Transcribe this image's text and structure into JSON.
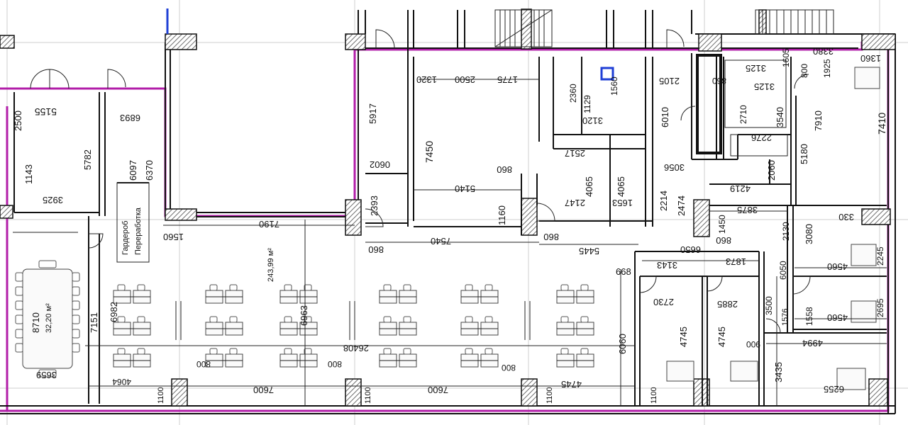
{
  "colors": {
    "zone_outline": "#b21ea8",
    "wall": "#111111",
    "hatch": "#6f6f6f",
    "accent_blue": "#1f3fd6"
  },
  "rooms": {
    "meeting_area": "32,20 м²",
    "open_space_area": "243,99 м²",
    "storage_label_1": "Гардероб",
    "storage_label_2": "Переработка"
  },
  "dimensions": [
    {
      "t": "5155"
    },
    {
      "t": "2500"
    },
    {
      "t": "5782"
    },
    {
      "t": "1143"
    },
    {
      "t": "3925"
    },
    {
      "t": "6893"
    },
    {
      "t": "6097"
    },
    {
      "t": "6370"
    },
    {
      "t": "1560"
    },
    {
      "t": "7190"
    },
    {
      "t": "5917"
    },
    {
      "t": "2393"
    },
    {
      "t": "0602"
    },
    {
      "t": "7450"
    },
    {
      "t": "1320"
    },
    {
      "t": "2500"
    },
    {
      "t": "1775"
    },
    {
      "t": "5140"
    },
    {
      "t": "860"
    },
    {
      "t": "1160"
    },
    {
      "t": "7540"
    },
    {
      "t": "860"
    },
    {
      "t": "860"
    },
    {
      "t": "5445"
    },
    {
      "t": "2147"
    },
    {
      "t": "4065"
    },
    {
      "t": "1653"
    },
    {
      "t": "4065"
    },
    {
      "t": "2517"
    },
    {
      "t": "3120"
    },
    {
      "t": "2360"
    },
    {
      "t": "1129"
    },
    {
      "t": "1560"
    },
    {
      "t": "6010"
    },
    {
      "t": "2105"
    },
    {
      "t": "2214"
    },
    {
      "t": "2474"
    },
    {
      "t": "3056"
    },
    {
      "t": "3125"
    },
    {
      "t": "3125"
    },
    {
      "t": "2710"
    },
    {
      "t": "3540"
    },
    {
      "t": "2276"
    },
    {
      "t": "7910"
    },
    {
      "t": "5180"
    },
    {
      "t": "1605"
    },
    {
      "t": "800"
    },
    {
      "t": "3380"
    },
    {
      "t": "1925"
    },
    {
      "t": "1360"
    },
    {
      "t": "7410"
    },
    {
      "t": "4219"
    },
    {
      "t": "2060"
    },
    {
      "t": "3875"
    },
    {
      "t": "1450"
    },
    {
      "t": "2130"
    },
    {
      "t": "3080"
    },
    {
      "t": "330"
    },
    {
      "t": "860"
    },
    {
      "t": "6650"
    },
    {
      "t": "3143"
    },
    {
      "t": "1873"
    },
    {
      "t": "668"
    },
    {
      "t": "2730"
    },
    {
      "t": "2885"
    },
    {
      "t": "4745"
    },
    {
      "t": "4745"
    },
    {
      "t": "6060"
    },
    {
      "t": "3500"
    },
    {
      "t": "6050"
    },
    {
      "t": "4560"
    },
    {
      "t": "4560"
    },
    {
      "t": "1576"
    },
    {
      "t": "1558"
    },
    {
      "t": "4994"
    },
    {
      "t": "3435"
    },
    {
      "t": "6255"
    },
    {
      "t": "2695"
    },
    {
      "t": "2245"
    },
    {
      "t": "8710"
    },
    {
      "t": "3659"
    },
    {
      "t": "4064"
    },
    {
      "t": "7151"
    },
    {
      "t": "6982"
    },
    {
      "t": "6963"
    },
    {
      "t": "26408"
    },
    {
      "t": "800"
    },
    {
      "t": "800"
    },
    {
      "t": "800"
    },
    {
      "t": "7600"
    },
    {
      "t": "7600"
    },
    {
      "t": "4745"
    },
    {
      "t": "1100"
    },
    {
      "t": "1100"
    },
    {
      "t": "1100"
    },
    {
      "t": "1100"
    },
    {
      "t": "900"
    },
    {
      "t": "860"
    }
  ]
}
